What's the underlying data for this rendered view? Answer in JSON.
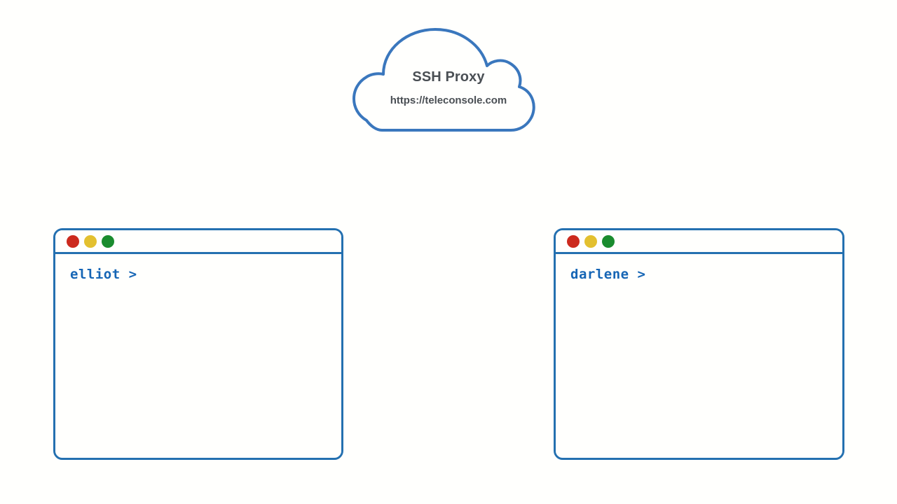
{
  "diagram": {
    "background_color": "#fffffd",
    "accent_color": "#2470b0",
    "cloud": {
      "name": "ssh-proxy-cloud",
      "title": "SSH Proxy",
      "url": "https://teleconsole.com",
      "outline_color": "#3a77bd",
      "text_color": "#4a4f54"
    },
    "terminals": [
      {
        "id": "left",
        "prompt": "elliot >",
        "user": "elliot",
        "prompt_color": "#1565b5",
        "border_color": "#2470b0",
        "buttons": [
          {
            "name": "close-button",
            "color": "#cc2a1e"
          },
          {
            "name": "minimize-button",
            "color": "#e3c02f"
          },
          {
            "name": "maximize-button",
            "color": "#1a8c2e"
          }
        ]
      },
      {
        "id": "right",
        "prompt": "darlene >",
        "user": "darlene",
        "prompt_color": "#1565b5",
        "border_color": "#2470b0",
        "buttons": [
          {
            "name": "close-button",
            "color": "#cc2a1e"
          },
          {
            "name": "minimize-button",
            "color": "#e3c02f"
          },
          {
            "name": "maximize-button",
            "color": "#1a8c2e"
          }
        ]
      }
    ]
  }
}
